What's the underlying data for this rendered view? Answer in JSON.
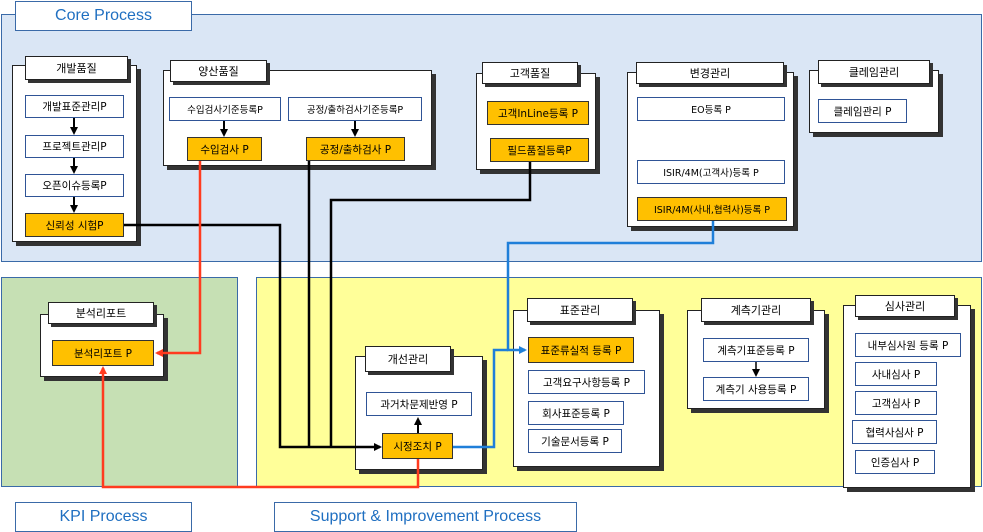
{
  "regions": {
    "core": "Core Process",
    "kpi": "KPI Process",
    "support": "Support  & Improvement Process"
  },
  "groups": {
    "dev": {
      "title": "개발품질",
      "items": [
        "개발표준관리P",
        "프로젝트관리P",
        "오픈이슈등록P",
        "신뢰성 시험P"
      ]
    },
    "mass": {
      "title": "양산품질",
      "items": [
        "수입검사기준등록P",
        "공정/출하검사기준등록P",
        "수입검사 P",
        "공정/출하검사 P"
      ]
    },
    "cust": {
      "title": "고객품질",
      "items": [
        "고객InLine등록 P",
        "필드품질등록P"
      ]
    },
    "change": {
      "title": "변경관리",
      "items": [
        "EO등록  P",
        "ISIR/4M(고객사)등록 P",
        "ISIR/4M(사내,협력사)등록 P"
      ]
    },
    "claim": {
      "title": "클레임관리",
      "items": [
        "클레임관리 P"
      ]
    },
    "analysis": {
      "title": "분석리포트",
      "items": [
        "분석리포트 P"
      ]
    },
    "improve": {
      "title": "개선관리",
      "items": [
        "과거차문제반영 P",
        "시정조치 P"
      ]
    },
    "std": {
      "title": "표준관리",
      "items": [
        "표준류실적 등록 P",
        "고객요구사항등록 P",
        "회사표준등록  P",
        "기술문서등록 P"
      ]
    },
    "gauge": {
      "title": "계측기관리",
      "items": [
        "계측기표준등록 P",
        "계측기 사용등록 P"
      ]
    },
    "audit": {
      "title": "심사관리",
      "items": [
        "내부심사원 등록  P",
        "사내심사 P",
        "고객심사 P",
        "협력사심사 P",
        "인증심사 P"
      ]
    }
  },
  "colors": {
    "core_bg": "#dae6f5",
    "kpi_bg": "#c6e0b4",
    "support_bg": "#ffff99",
    "highlight": "#ffc000",
    "red_line": "#ff3b1f",
    "blue_line": "#1f7fd9",
    "black_line": "#000000"
  }
}
